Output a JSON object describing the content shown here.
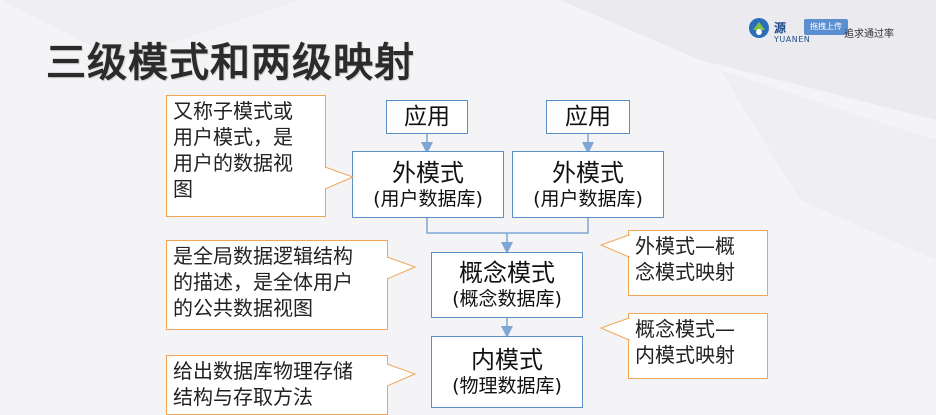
{
  "slide": {
    "title": "三级模式和两级映射"
  },
  "logo": {
    "brand_cn": "源",
    "brand_en": "YUANEN",
    "upload_label": "拖拽上传",
    "slogan": "追求通过率"
  },
  "diagram": {
    "app_left": "应用",
    "app_right": "应用",
    "ext_left": {
      "title": "外模式",
      "sub": "(用户数据库)"
    },
    "ext_right": {
      "title": "外模式",
      "sub": "(用户数据库)"
    },
    "conceptual": {
      "title": "概念模式",
      "sub": "(概念数据库)"
    },
    "internal": {
      "title": "内模式",
      "sub": "(物理数据库)"
    }
  },
  "notes": {
    "left_1": [
      "又称子模式或",
      "用户模式，是",
      "用户的数据视",
      "图"
    ],
    "left_2": [
      "是全局数据逻辑结构",
      "的描述，是全体用户",
      "的公共数据视图"
    ],
    "left_3": [
      "给出数据库物理存储",
      "结构与存取方法"
    ],
    "right_1": [
      "外模式—概",
      "念模式映射"
    ],
    "right_2": [
      "概念模式—",
      "内模式映射"
    ]
  },
  "colors": {
    "box_border": "#5b8fc9",
    "note_border": "#f0a555",
    "arrow": "#7fa7d6"
  }
}
